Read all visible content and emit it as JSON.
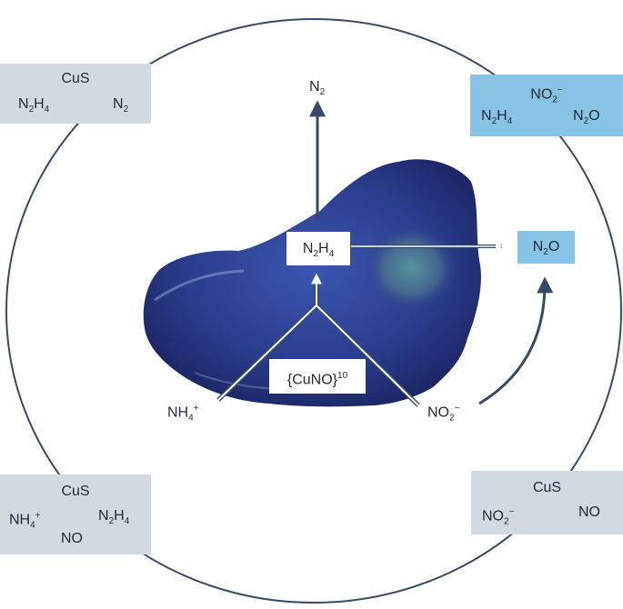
{
  "colors": {
    "circle": "#364a68",
    "arrow": "#364a68",
    "box_gray": "#d3d9e0",
    "box_blue": "#86c3e4",
    "rock": "#2b3e8e"
  },
  "center": {
    "hydrazine": {
      "base1": "N",
      "sub1": "2",
      "base2": "H",
      "sub2": "4"
    },
    "complex": {
      "text": "{CuNO}",
      "sup": "10"
    },
    "nitrogen": {
      "base": "N",
      "sub": "2"
    },
    "nitrous_oxide": {
      "base1": "N",
      "sub": "2",
      "base2": "O"
    },
    "ammonium": {
      "base": "NH",
      "sub": "4",
      "sup": "+"
    },
    "nitrite": {
      "base": "NO",
      "sub": "2",
      "sup": "−"
    }
  },
  "boxes": {
    "top_left": {
      "top": "CuS",
      "reactant": {
        "base1": "N",
        "sub1": "2",
        "base2": "H",
        "sub2": "4"
      },
      "product": {
        "base": "N",
        "sub": "2"
      }
    },
    "top_right": {
      "top": {
        "base": "NO",
        "sub": "2",
        "sup": "−"
      },
      "reactant": {
        "base1": "N",
        "sub1": "2",
        "base2": "H",
        "sub2": "4"
      },
      "product": {
        "base1": "N",
        "sub": "2",
        "base2": "O"
      }
    },
    "bottom_left": {
      "top": "CuS",
      "reactant": {
        "base": "NH",
        "sub": "4",
        "sup": "+"
      },
      "product": {
        "base1": "N",
        "sub1": "2",
        "base2": "H",
        "sub2": "4"
      },
      "bottom": "NO"
    },
    "bottom_right": {
      "top": "CuS",
      "reactant": {
        "base": "NO",
        "sub": "2",
        "sup": "−"
      },
      "product": "NO"
    }
  }
}
